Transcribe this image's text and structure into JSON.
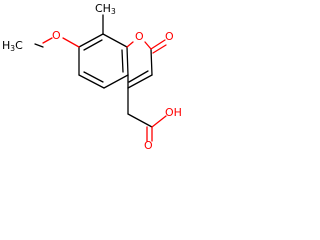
{
  "molecule": {
    "atoms": {
      "methoxy_oxygen": "O",
      "methoxy_methyl_h": "H",
      "methoxy_methyl_sub": "3",
      "methoxy_methyl_c": "C",
      "aromatic_methyl": "CH",
      "aromatic_methyl_sub": "3",
      "ring_oxygen": "O",
      "carbonyl_oxygen": "O",
      "acid_carbonyl_oxygen": "O",
      "acid_hydroxyl": "OH"
    },
    "colors": {
      "bond": "#000000",
      "heteroatom_oxygen": "#ff0000"
    }
  }
}
